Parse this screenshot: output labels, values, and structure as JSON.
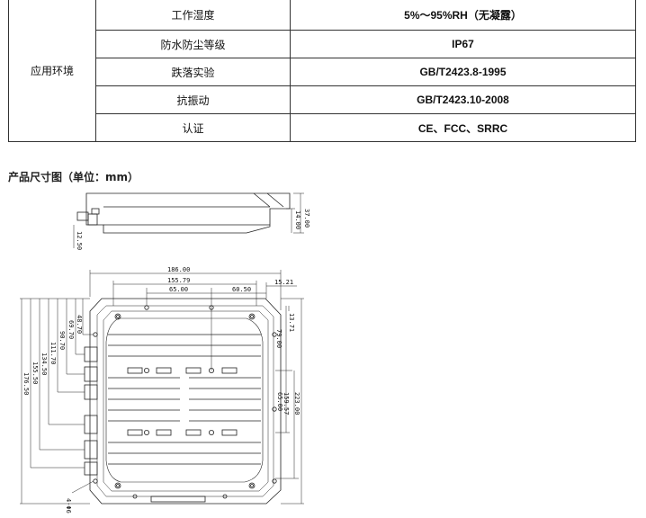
{
  "table": {
    "group": "应用环境",
    "rows": [
      {
        "name": "工作湿度",
        "value": "5%～95%RH（无凝露）"
      },
      {
        "name": "防水防尘等级",
        "value": "IP67"
      },
      {
        "name": "跌落实验",
        "value": "GB/T2423.8-1995"
      },
      {
        "name": "抗振动",
        "value": "GB/T2423.10-2008"
      },
      {
        "name": "认证",
        "value": "CE、FCC、SRRC"
      }
    ]
  },
  "section_title": "产品尺寸图（单位：mm）",
  "drawing": {
    "side": {
      "height_total": "37.00",
      "height_body": "14.00",
      "connector_offset": "12.50"
    },
    "top": {
      "width_total": "186.00",
      "width_mount": "155.79",
      "left_hole_offset": "65.00",
      "hole_spacing": "60.50",
      "right_margin": "15.21",
      "top_margin": "13.71",
      "hole_row_offset": "79.00",
      "hole_row_span": "159.57",
      "lower_offset": "65.00",
      "height_total": "223.00",
      "left_dims": [
        "48.70",
        "69.70",
        "90.70",
        "111.70",
        "134.50",
        "155.50",
        "176.50"
      ],
      "hole_count": "4-Φ6"
    }
  }
}
